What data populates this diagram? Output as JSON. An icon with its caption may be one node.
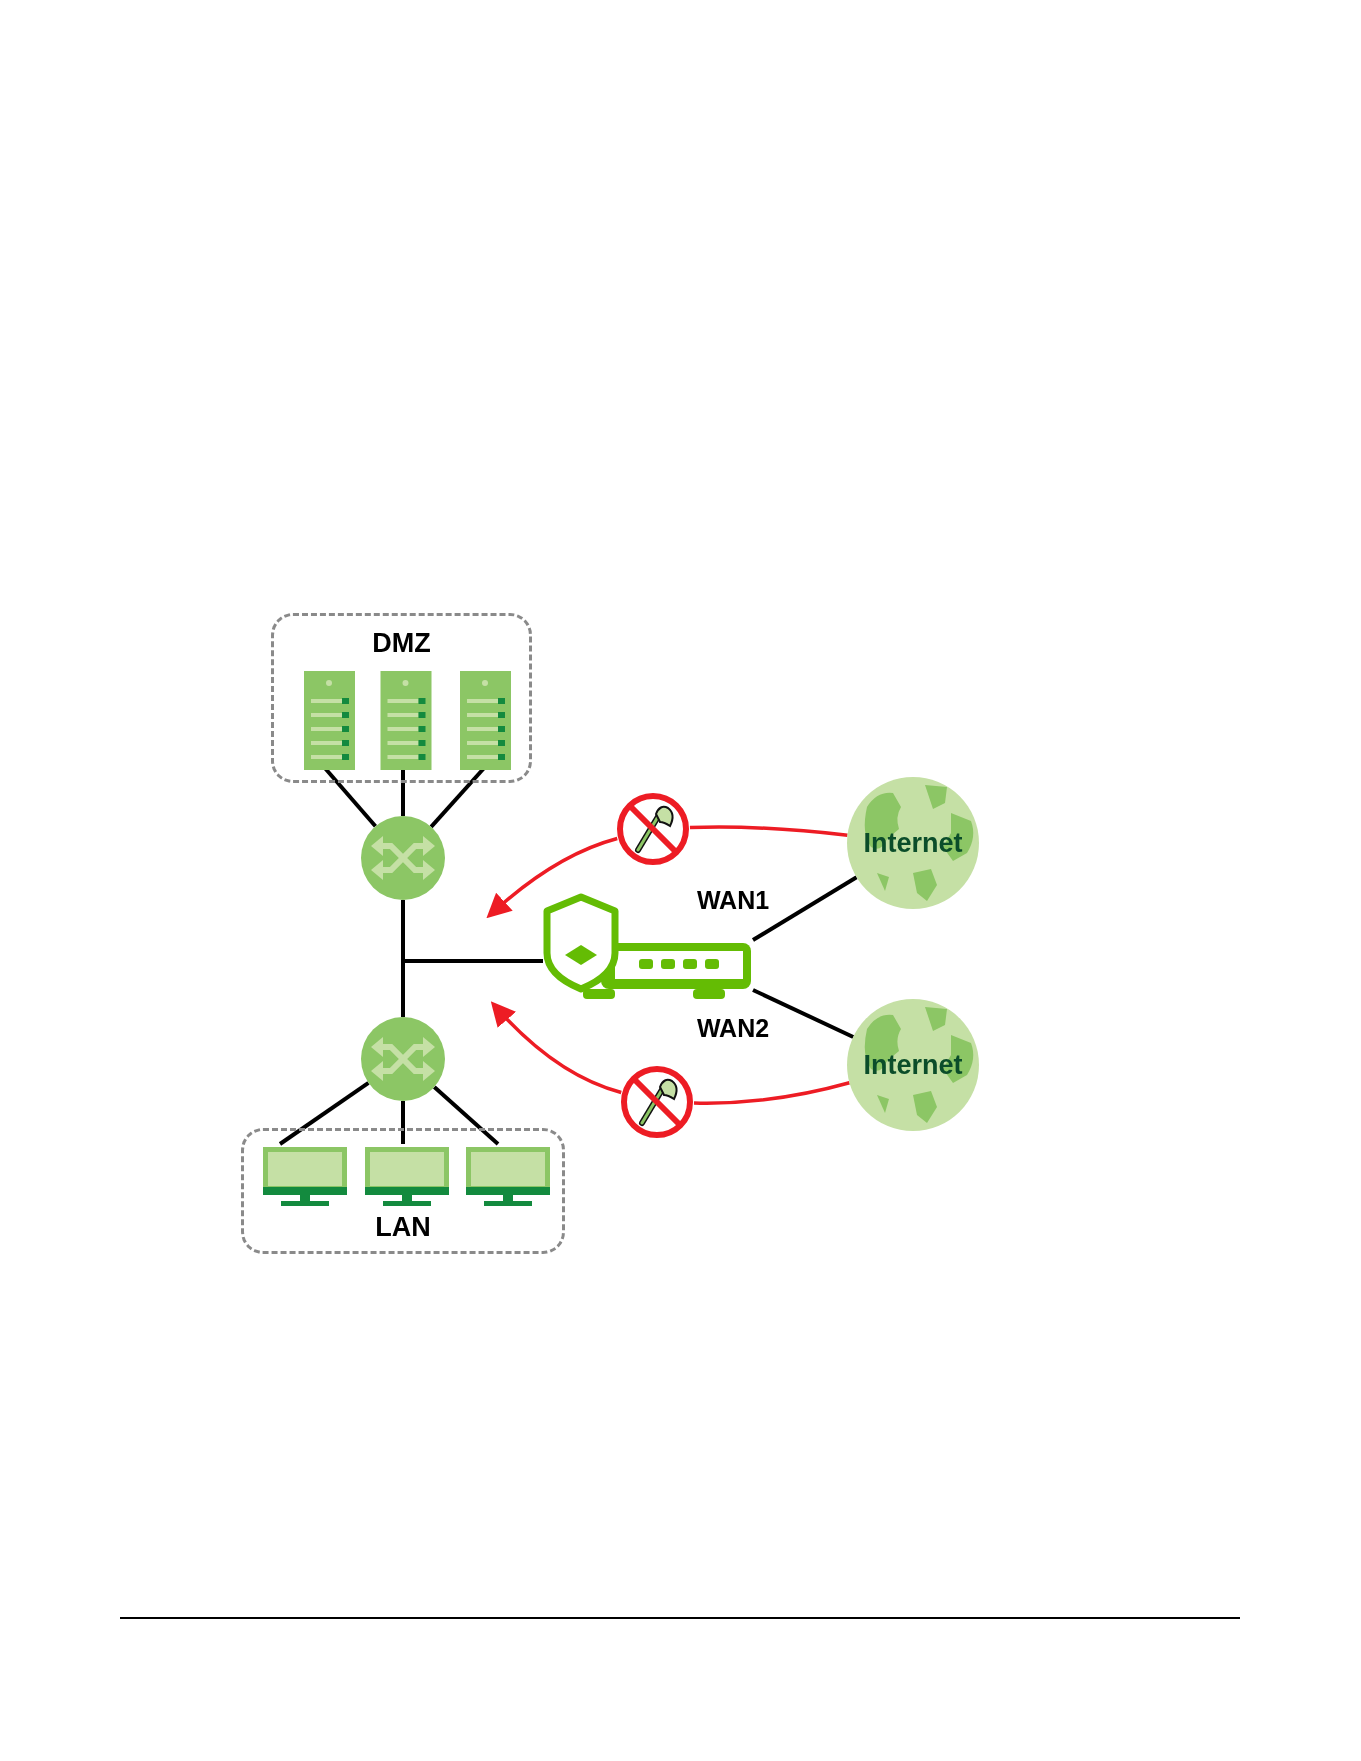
{
  "diagram": {
    "nodes": [
      {
        "text": [
          "DMZ"
        ]
      },
      {
        "text": [],
        "shape": "server",
        "in": 0
      },
      {
        "text": [],
        "shape": "server",
        "in": 0
      },
      {
        "text": [],
        "shape": "server",
        "in": 0
      },
      {
        "text": [],
        "shape": "circle"
      },
      {
        "text": [
          "LAN"
        ]
      },
      {
        "text": [],
        "shape": "monitor",
        "in": 5
      },
      {
        "text": [],
        "shape": "monitor",
        "in": 5
      },
      {
        "text": [],
        "shape": "monitor",
        "in": 5
      },
      {
        "text": [],
        "shape": "circle"
      },
      {
        "text": [],
        "shape": "router"
      },
      {
        "text": [
          "Internet"
        ]
      },
      {
        "text": [
          "Internet"
        ]
      },
      {
        "text": [],
        "shape": "circle"
      },
      {
        "text": [],
        "shape": "circle"
      }
    ],
    "edges": [
      {
        "from": 1,
        "to": 4,
        "arrow": "none"
      },
      {
        "from": 2,
        "to": 4,
        "arrow": "none"
      },
      {
        "from": 3,
        "to": 4,
        "arrow": "none"
      },
      {
        "from": 4,
        "to": 9,
        "arrow": "none"
      },
      {
        "from": 10,
        "to": 4,
        "arrow": "none"
      },
      {
        "from": 10,
        "to": 9,
        "arrow": "none"
      },
      {
        "from": 6,
        "to": 9,
        "arrow": "none"
      },
      {
        "from": 7,
        "to": 9,
        "arrow": "none"
      },
      {
        "from": 8,
        "to": 9,
        "arrow": "none"
      },
      {
        "from": 10,
        "to": 11,
        "arrow": "none",
        "label": "WAN1"
      },
      {
        "from": 10,
        "to": 12,
        "arrow": "none",
        "label": "WAN2"
      },
      {
        "from": 11,
        "to": 13,
        "arrow": "none",
        "color": "#ed1c24"
      },
      {
        "from": 13,
        "to": null,
        "arrow": "to",
        "color": "#ed1c24"
      },
      {
        "from": 12,
        "to": 14,
        "arrow": "none",
        "color": "#ed1c24"
      },
      {
        "from": 14,
        "to": null,
        "arrow": "to",
        "color": "#ed1c24"
      }
    ]
  }
}
